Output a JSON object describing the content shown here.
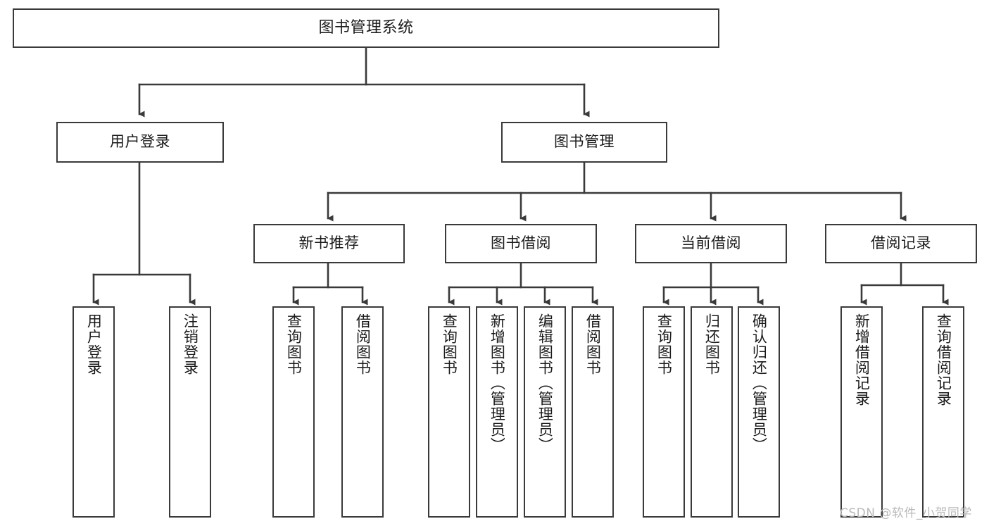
{
  "diagram": {
    "title": "图书管理系统",
    "stroke_color": "#3a3a3a",
    "fill_color": "#ffffff",
    "text_color": "#1b1b1b"
  },
  "root": {
    "label": "图书管理系统"
  },
  "level1": [
    {
      "label": "用户登录"
    },
    {
      "label": "图书管理"
    }
  ],
  "level2": [
    {
      "label": "新书推荐"
    },
    {
      "label": "图书借阅"
    },
    {
      "label": "当前借阅"
    },
    {
      "label": "借阅记录"
    }
  ],
  "leaves": {
    "user_login": [
      {
        "label": "用户登录"
      },
      {
        "label": "注销登录"
      }
    ],
    "new_book": [
      {
        "label": "查询图书"
      },
      {
        "label": "借阅图书"
      }
    ],
    "book_borrow": [
      {
        "label": "查询图书"
      },
      {
        "label": "新增图书（管理员）"
      },
      {
        "label": "编辑图书（管理员）"
      },
      {
        "label": "借阅图书"
      }
    ],
    "current_borrow": [
      {
        "label": "查询图书"
      },
      {
        "label": "归还图书"
      },
      {
        "label": "确认归还（管理员）"
      }
    ],
    "borrow_record": [
      {
        "label": "新增借阅记录"
      },
      {
        "label": "查询借阅记录"
      }
    ]
  },
  "watermark": {
    "text": "CSDN @软件_小贺同学",
    "color": "#b9b9b9"
  }
}
